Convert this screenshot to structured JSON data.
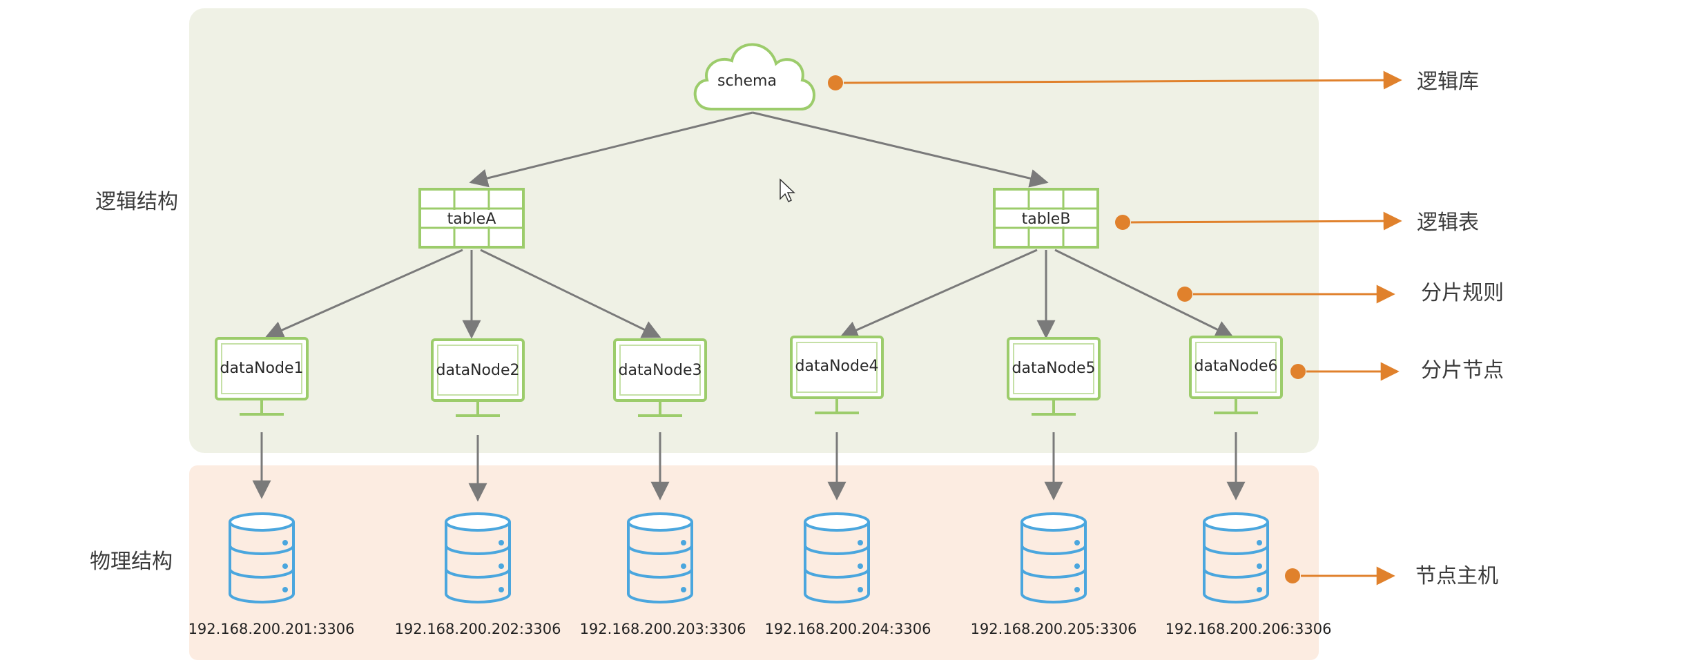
{
  "diagram": {
    "schema": {
      "label": "schema"
    },
    "tables": [
      {
        "label": "tableA"
      },
      {
        "label": "tableB"
      }
    ],
    "data_nodes": [
      {
        "label": "dataNode1",
        "host": "192.168.200.201:3306"
      },
      {
        "label": "dataNode2",
        "host": "192.168.200.202:3306"
      },
      {
        "label": "dataNode3",
        "host": "192.168.200.203:3306"
      },
      {
        "label": "dataNode4",
        "host": "192.168.200.204:3306"
      },
      {
        "label": "dataNode5",
        "host": "192.168.200.205:3306"
      },
      {
        "label": "dataNode6",
        "host": "192.168.200.206:3306"
      }
    ],
    "sections": {
      "logical": "逻辑结构",
      "physical": "物理结构"
    },
    "annotations": {
      "logical_db": "逻辑库",
      "logical_table": "逻辑表",
      "sharding_rule": "分片规则",
      "shard_node": "分片节点",
      "node_host": "节点主机"
    },
    "colors": {
      "logical_bg": "#eff1e5",
      "physical_bg": "#fcece1",
      "green_stroke": "#9ccc6b",
      "blue_db": "#4aa6de",
      "orange": "#e0812c",
      "arrow_gray": "#7a7a7a"
    }
  }
}
